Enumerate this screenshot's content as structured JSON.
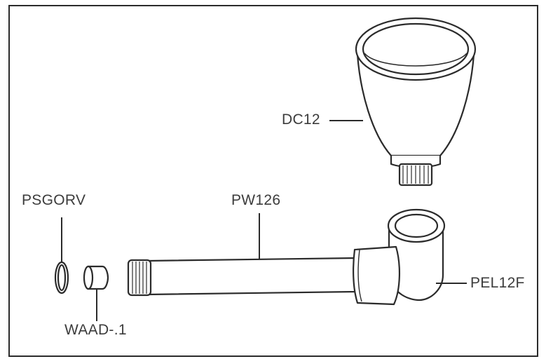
{
  "labels": {
    "dc12": "DC12",
    "psgorv": "PSGORV",
    "pw126": "PW126",
    "pel12f": "PEL12F",
    "waad": "WAAD-.1"
  },
  "colors": {
    "line": "#2b2b2b",
    "fill": "#ffffff",
    "label": "#3c3c3c"
  }
}
